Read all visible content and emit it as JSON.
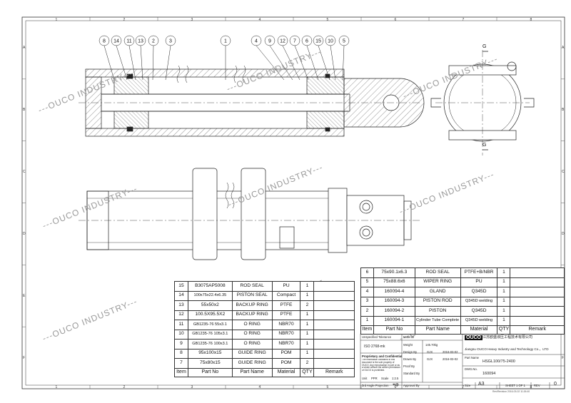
{
  "border": {
    "columns": [
      "1",
      "2",
      "3",
      "4",
      "5",
      "6",
      "7",
      "8"
    ],
    "rows": [
      "A",
      "B",
      "C",
      "D",
      "E",
      "F"
    ]
  },
  "watermark": "---OUCO INDUSTRY---",
  "balloons": [
    "8",
    "14",
    "11",
    "13",
    "2",
    "3",
    "1",
    "4",
    "9",
    "12",
    "7",
    "6",
    "15",
    "10",
    "5"
  ],
  "section_label": "G",
  "bom_left": {
    "headers": {
      "item": "Item",
      "part_no": "Part No",
      "part_name": "Part Name",
      "material": "Material",
      "qty": "QTY",
      "remark": "Remark"
    },
    "rows": [
      {
        "item": "15",
        "part_no": "B3075AP5008",
        "part_name": "ROD SEAL",
        "material": "PU",
        "qty": "1",
        "remark": ""
      },
      {
        "item": "14",
        "part_no": "100x75x22.4x6.35",
        "part_name": "PISTON SEAL",
        "material": "Compact",
        "qty": "1",
        "remark": ""
      },
      {
        "item": "13",
        "part_no": "55x50x2",
        "part_name": "BACKUP RING",
        "material": "PTFE",
        "qty": "2",
        "remark": ""
      },
      {
        "item": "12",
        "part_no": "100.5X95.5X2",
        "part_name": "BACKUP RING",
        "material": "PTFE",
        "qty": "1",
        "remark": ""
      },
      {
        "item": "11",
        "part_no": "GB1235-76 55x3.1",
        "part_name": "O RING",
        "material": "NBR70",
        "qty": "1",
        "remark": ""
      },
      {
        "item": "10",
        "part_no": "GB1235-76 105x3.1",
        "part_name": "O RING",
        "material": "NBR70",
        "qty": "1",
        "remark": ""
      },
      {
        "item": "9",
        "part_no": "GB1235-76 100x3.1",
        "part_name": "O RING",
        "material": "NBR70",
        "qty": "1",
        "remark": ""
      },
      {
        "item": "8",
        "part_no": "95x100x15",
        "part_name": "GUIDE RING",
        "material": "POM",
        "qty": "1",
        "remark": ""
      },
      {
        "item": "7",
        "part_no": "75x80x15",
        "part_name": "GUIDE RING",
        "material": "POM",
        "qty": "2",
        "remark": ""
      }
    ]
  },
  "bom_right": {
    "headers": {
      "item": "Item",
      "part_no": "Part No",
      "part_name": "Part Name",
      "material": "Material",
      "qty": "QTY",
      "remark": "Remark"
    },
    "rows": [
      {
        "item": "6",
        "part_no": "75x90.1x6.3",
        "part_name": "ROD SEAL",
        "material": "PTFE+B/NBR",
        "qty": "1",
        "remark": ""
      },
      {
        "item": "5",
        "part_no": "75x88.6x6",
        "part_name": "WIPER RING",
        "material": "PU",
        "qty": "1",
        "remark": ""
      },
      {
        "item": "4",
        "part_no": "160094-4",
        "part_name": "GLAND",
        "material": "Q345D",
        "qty": "1",
        "remark": ""
      },
      {
        "item": "3",
        "part_no": "160094-3",
        "part_name": "PISTON ROD",
        "material": "Q345D welding",
        "qty": "1",
        "remark": ""
      },
      {
        "item": "2",
        "part_no": "160094-2",
        "part_name": "PISTON",
        "material": "Q345D",
        "qty": "1",
        "remark": ""
      },
      {
        "item": "1",
        "part_no": "160094-1",
        "part_name": "Cylinder Tube Complete",
        "material": "Q345D welding",
        "qty": "1",
        "remark": ""
      }
    ]
  },
  "title_block": {
    "tolerance_label": "Unspecified Tolerance",
    "tolerance_value": "ISO 2768-mk",
    "material_label": "Material",
    "weight_label": "Weight",
    "weight_value": "145.70kg",
    "design_label": "Design By",
    "design_by": "GJX",
    "design_date": "2016-03-02",
    "drawn_label": "Drawn By",
    "drawn_by": "GJX",
    "drawn_date": "2016-03-02",
    "proof_label": "Proof By",
    "standard_label": "Standard By",
    "approval_label": "Approval By",
    "proprietary_title": "Proprietary and Confidential",
    "proprietary_text": "The information contained in this document is the sole property of OUCO. Any reproduction in part or as a whole without the written permission of OUCO is prohibited.",
    "logo": "OUCO",
    "company_cn": "江苏欧盛液压工程技术有限公司",
    "company_en": "Jiangsu OUCO Heavy Industry and Technology Co.，LTD",
    "part_name_label": "Part Name",
    "part_name_value": "HSGL100/75-2400",
    "dwg_label": "DWG.No.",
    "dwg_value": "160094",
    "unit_label": "Unit",
    "unit_value": "PPR",
    "scale_label": "Scale",
    "scale_value": "1:2.5",
    "projection_label": "3rd Angle Projection",
    "size_label": "Size",
    "size_value": "A3",
    "sheet_value": "SHEET 1 OF 1",
    "rev_label": "REV",
    "rev_value": "0",
    "footer_note": "Rev/Revision 2016-03-02 11:26:40"
  }
}
